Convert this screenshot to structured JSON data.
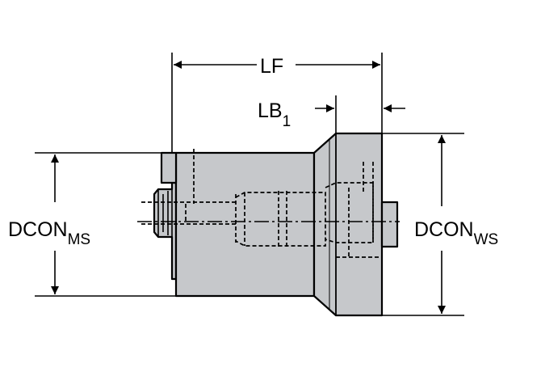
{
  "labels": {
    "lf": "LF",
    "lb": {
      "main": "LB",
      "sub": "1"
    },
    "dcon_ms": {
      "main": "DCON",
      "sub": "MS"
    },
    "dcon_ws": {
      "main": "DCON",
      "sub": "WS"
    }
  },
  "colors": {
    "body_fill": "#c6c8cb",
    "line": "#000000",
    "background": "#ffffff"
  }
}
